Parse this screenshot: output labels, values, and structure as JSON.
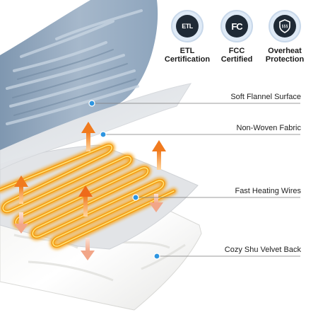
{
  "badges": [
    {
      "icon": "etl-icon",
      "line1": "ETL",
      "line2": "Certification"
    },
    {
      "icon": "fcc-icon",
      "line1": "FCC",
      "line2": "Certified"
    },
    {
      "icon": "overheat-shield-icon",
      "line1": "Overheat",
      "line2": "Protection"
    }
  ],
  "badge_icon_text": {
    "etl": "ETL",
    "fcc": "FC"
  },
  "layers": [
    {
      "label": "Soft Flannel Surface"
    },
    {
      "label": "Non-Woven Fabric"
    },
    {
      "label": "Fast Heating Wires"
    },
    {
      "label": "Cozy Shu Velvet Back"
    }
  ],
  "colors": {
    "flannel": "#8da4bd",
    "wire_outer": "#f4a21c",
    "wire_inner": "#ffd85a",
    "arrow_top": "#f08a2c",
    "arrow_bottom": "#f6b9a4",
    "dot": "#2e95e0",
    "leader_line": "#7a7a7a"
  }
}
